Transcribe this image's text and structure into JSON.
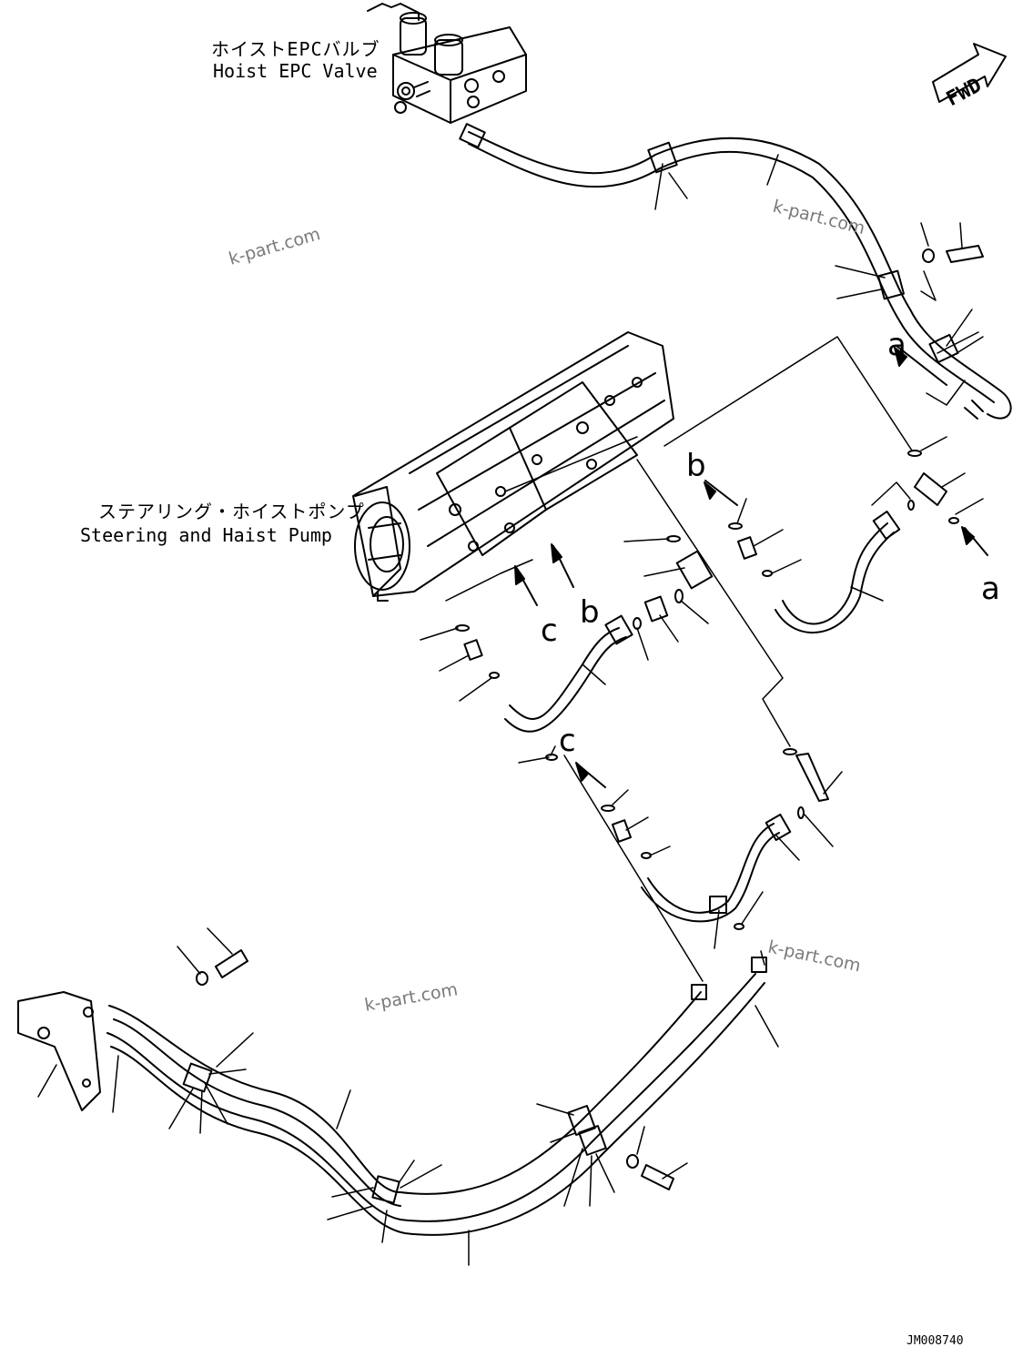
{
  "labels": {
    "valve_jp": "ホイストEPCバルブ",
    "valve_en": "Hoist EPC Valve",
    "pump_jp": "ステアリング・ホイストポンプ",
    "pump_en": "Steering and Haist Pump"
  },
  "direction": "FWD",
  "callouts": {
    "a": "a",
    "b": "b",
    "c": "c"
  },
  "watermark": "k-part.com",
  "doc_id": "JM008740",
  "icons": [
    "fwd-arrow-icon",
    "up-arrow-icon"
  ]
}
